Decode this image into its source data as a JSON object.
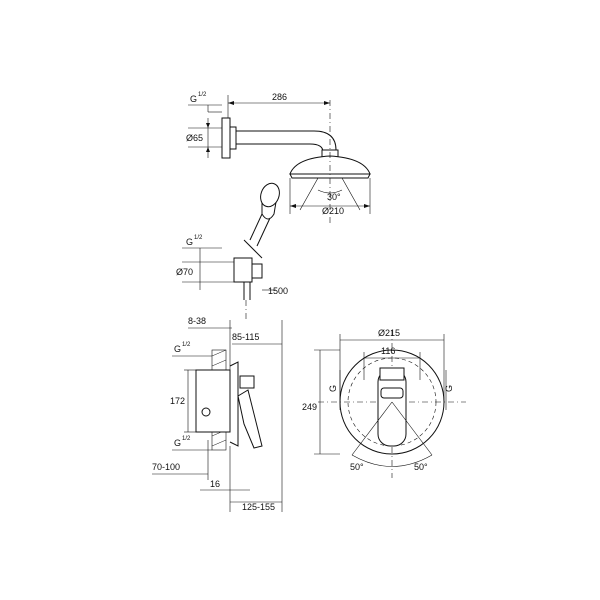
{
  "dimensions": {
    "arm_length": "286",
    "g_half_top": "G",
    "g_half_frac": "1/2",
    "flange_dia": "Ø65",
    "spray_angle": "30°",
    "head_dia": "Ø210",
    "g_half_mid": "G",
    "holder_dia": "Ø70",
    "hose_length": "1500",
    "wall_depth": "8-38",
    "body_depth": "85-115",
    "g_half_body_top": "G",
    "body_height": "172",
    "g_half_body_bottom": "G",
    "offset": "70-100",
    "plate_depth": "16",
    "total_depth": "125-155",
    "plate_dia": "Ø215",
    "handle_width": "116",
    "g_half_front_left": "G",
    "g_half_front_right": "G",
    "front_height": "249",
    "angle_left": "50°",
    "angle_right": "50°"
  },
  "icons": {
    "shower_head": "shower-head-icon",
    "hand_shower": "hand-shower-icon",
    "mixer_body": "mixer-body-icon",
    "mixer_front": "mixer-front-icon"
  }
}
